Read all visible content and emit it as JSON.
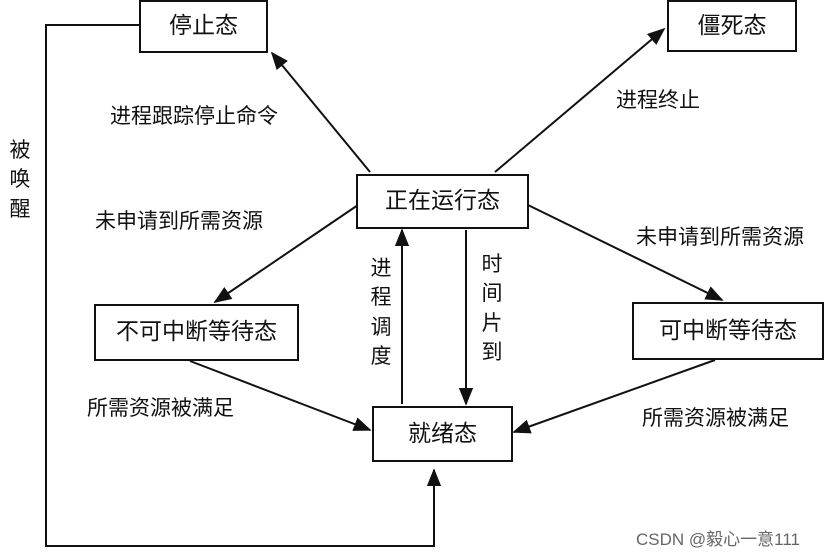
{
  "states": {
    "stopped": "停止态",
    "zombie": "僵死态",
    "running": "正在运行态",
    "uninterruptible_wait": "不可中断等待态",
    "interruptible_wait": "可中断等待态",
    "ready": "就绪态"
  },
  "transitions": {
    "trace_stop": "进程跟踪停止命令",
    "terminate": "进程终止",
    "no_resource_left": "未申请到所需资源",
    "no_resource_right": "未申请到所需资源",
    "schedule": "进程调度",
    "timeslice_expired": "时间片到",
    "resource_met_left": "所需资源被满足",
    "resource_met_right": "所需资源被满足",
    "woken": "被唤醒"
  },
  "watermark": "CSDN @毅心一意111"
}
